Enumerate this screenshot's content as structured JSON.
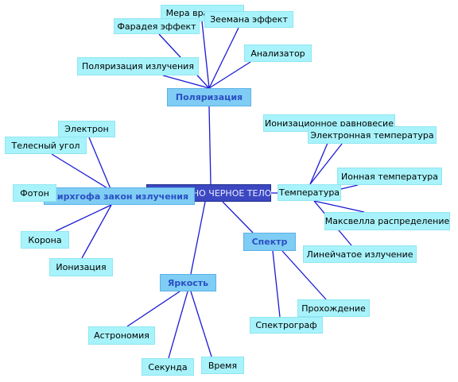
{
  "center": "АБСОЛЮТНО ЧЕРНОЕ ТЕЛО",
  "hubs": {
    "polarization": "Поляризация",
    "kirchhoff": "Кирхгофа закон излучения",
    "spectrum": "Спектр",
    "temperature": "Температура",
    "brightness": "Яркость"
  },
  "polarization_leaves": [
    "Мера вращения",
    "Фарадея эффект",
    "Зеемана эффект",
    "Анализатор",
    "Поляризация излучения"
  ],
  "kirchhoff_leaves": [
    "Электрон",
    "Телесный угол",
    "Фотон",
    "Корона",
    "Ионизация"
  ],
  "temperature_leaves": [
    "Ионизационное равновесие",
    "Электронная температура",
    "Ионная температура",
    "Максвелла распределение",
    "Линейчатое излучение"
  ],
  "spectrum_leaves": [
    "Прохождение",
    "Спектрограф"
  ],
  "brightness_leaves": [
    "Астрономия",
    "Секунда",
    "Время"
  ],
  "colors": {
    "line": "#1a1ad6",
    "leaf": "#a8f3fb",
    "hub": "#7fcdf4",
    "center": "#3c48c2"
  }
}
